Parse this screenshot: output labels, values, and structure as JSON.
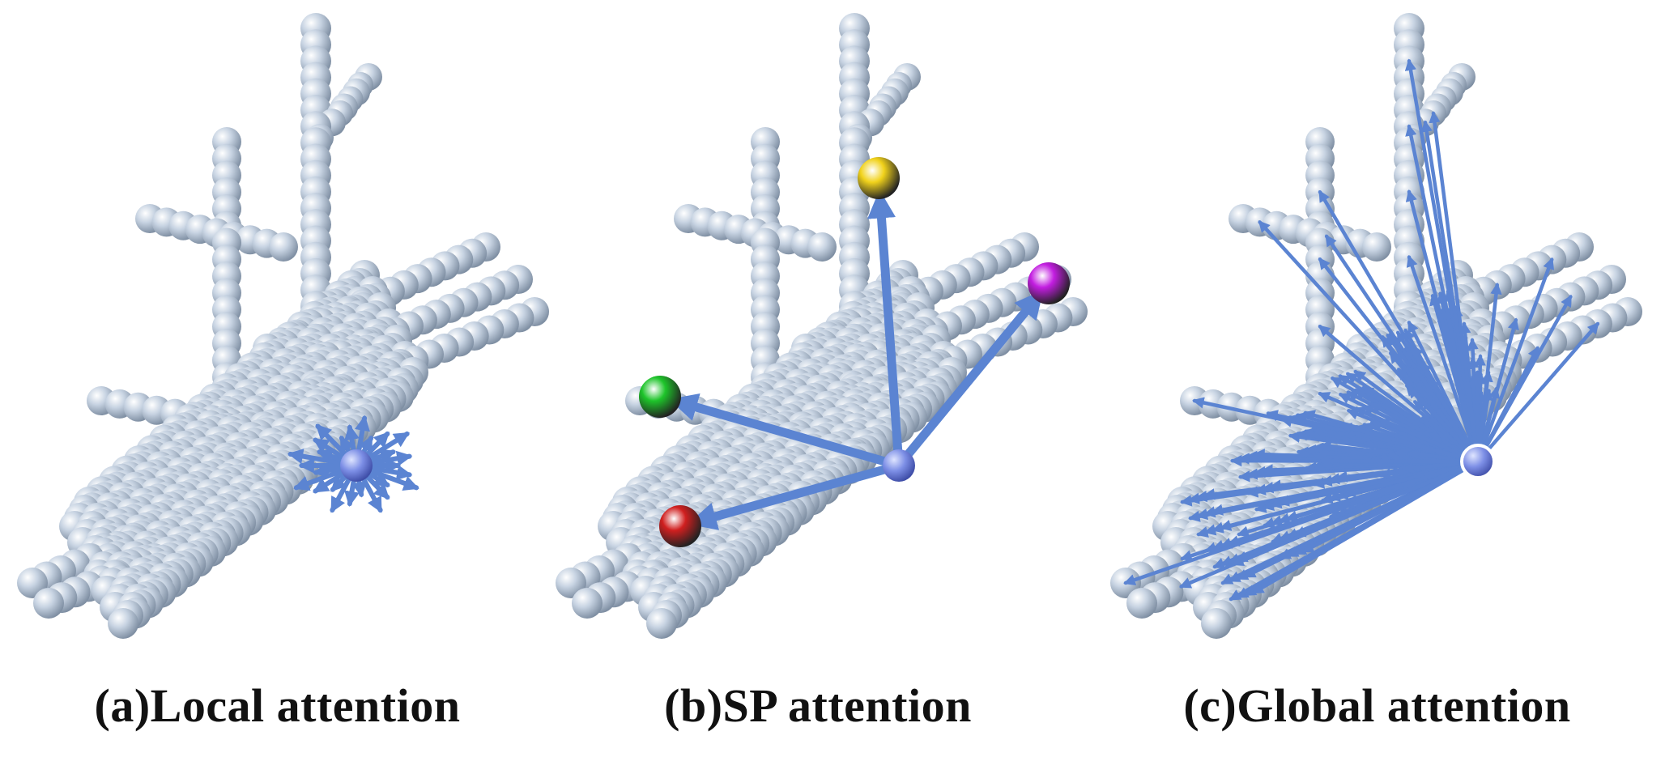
{
  "panels": [
    {
      "id": "local",
      "caption": "(a)Local attention",
      "mode": "local"
    },
    {
      "id": "sp",
      "caption": "(b)SP attention",
      "mode": "sp"
    },
    {
      "id": "global",
      "caption": "(c)Global attention",
      "mode": "global"
    }
  ],
  "colors": {
    "point": "#c7d3e2",
    "point_shadow": "#7f8fa3",
    "point_highlight": "#ffffff",
    "query_point": "#7d8fe6",
    "arrow": "#5b84d2",
    "sp_points": [
      "#f1d21b",
      "#c21de0",
      "#1ec42a",
      "#d01f1f"
    ]
  }
}
